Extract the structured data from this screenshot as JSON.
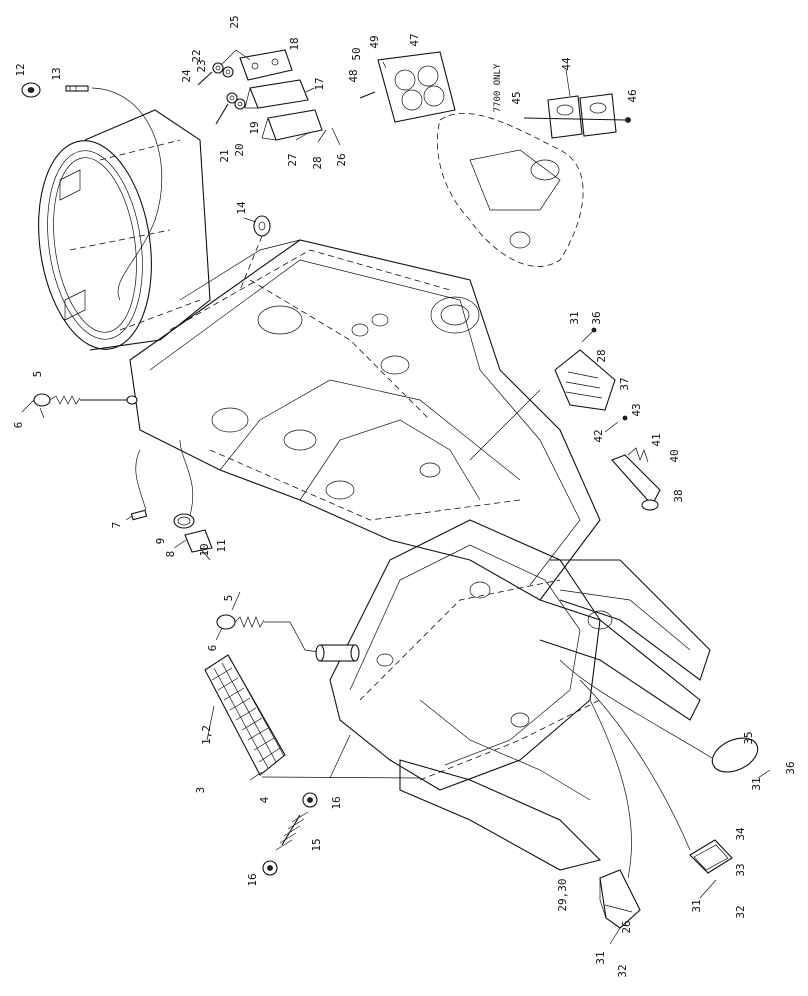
{
  "diagram": {
    "note": "7700 ONLY",
    "callouts": [
      {
        "id": "c12",
        "text": "12"
      },
      {
        "id": "c13",
        "text": "13"
      },
      {
        "id": "c24",
        "text": "24"
      },
      {
        "id": "c23",
        "text": "23"
      },
      {
        "id": "c22",
        "text": "22"
      },
      {
        "id": "c25",
        "text": "25"
      },
      {
        "id": "c18",
        "text": "18"
      },
      {
        "id": "c21",
        "text": "21"
      },
      {
        "id": "c20",
        "text": "20"
      },
      {
        "id": "c19",
        "text": "19"
      },
      {
        "id": "c17",
        "text": "17"
      },
      {
        "id": "c27",
        "text": "27"
      },
      {
        "id": "c28",
        "text": "28"
      },
      {
        "id": "c26a",
        "text": "26"
      },
      {
        "id": "c48",
        "text": "48"
      },
      {
        "id": "c50",
        "text": "50"
      },
      {
        "id": "c49",
        "text": "49"
      },
      {
        "id": "c47",
        "text": "47"
      },
      {
        "id": "c45",
        "text": "45"
      },
      {
        "id": "c44",
        "text": "44"
      },
      {
        "id": "c46",
        "text": "46"
      },
      {
        "id": "c14",
        "text": "14"
      },
      {
        "id": "c5a",
        "text": "5"
      },
      {
        "id": "c6a",
        "text": "6"
      },
      {
        "id": "c31a",
        "text": "31"
      },
      {
        "id": "c36a",
        "text": "36"
      },
      {
        "id": "c28b",
        "text": "28"
      },
      {
        "id": "c37",
        "text": "37"
      },
      {
        "id": "c42",
        "text": "42"
      },
      {
        "id": "c43",
        "text": "43"
      },
      {
        "id": "c41",
        "text": "41"
      },
      {
        "id": "c40",
        "text": "40"
      },
      {
        "id": "c38",
        "text": "38"
      },
      {
        "id": "c7",
        "text": "7"
      },
      {
        "id": "c9",
        "text": "9"
      },
      {
        "id": "c8",
        "text": "8"
      },
      {
        "id": "c10",
        "text": "10"
      },
      {
        "id": "c11",
        "text": "11"
      },
      {
        "id": "c5b",
        "text": "5"
      },
      {
        "id": "c6b",
        "text": "6"
      },
      {
        "id": "c12b",
        "text": "1,2"
      },
      {
        "id": "c3",
        "text": "3"
      },
      {
        "id": "c4",
        "text": "4"
      },
      {
        "id": "c16a",
        "text": "16"
      },
      {
        "id": "c15",
        "text": "15"
      },
      {
        "id": "c16b",
        "text": "16"
      },
      {
        "id": "c35",
        "text": "35"
      },
      {
        "id": "c31b",
        "text": "31"
      },
      {
        "id": "c36b",
        "text": "36"
      },
      {
        "id": "c34",
        "text": "34"
      },
      {
        "id": "c33",
        "text": "33"
      },
      {
        "id": "c31c",
        "text": "31"
      },
      {
        "id": "c32a",
        "text": "32"
      },
      {
        "id": "c2930",
        "text": "29,30"
      },
      {
        "id": "c26b",
        "text": "26"
      },
      {
        "id": "c31d",
        "text": "31"
      },
      {
        "id": "c32b",
        "text": "32"
      }
    ]
  }
}
